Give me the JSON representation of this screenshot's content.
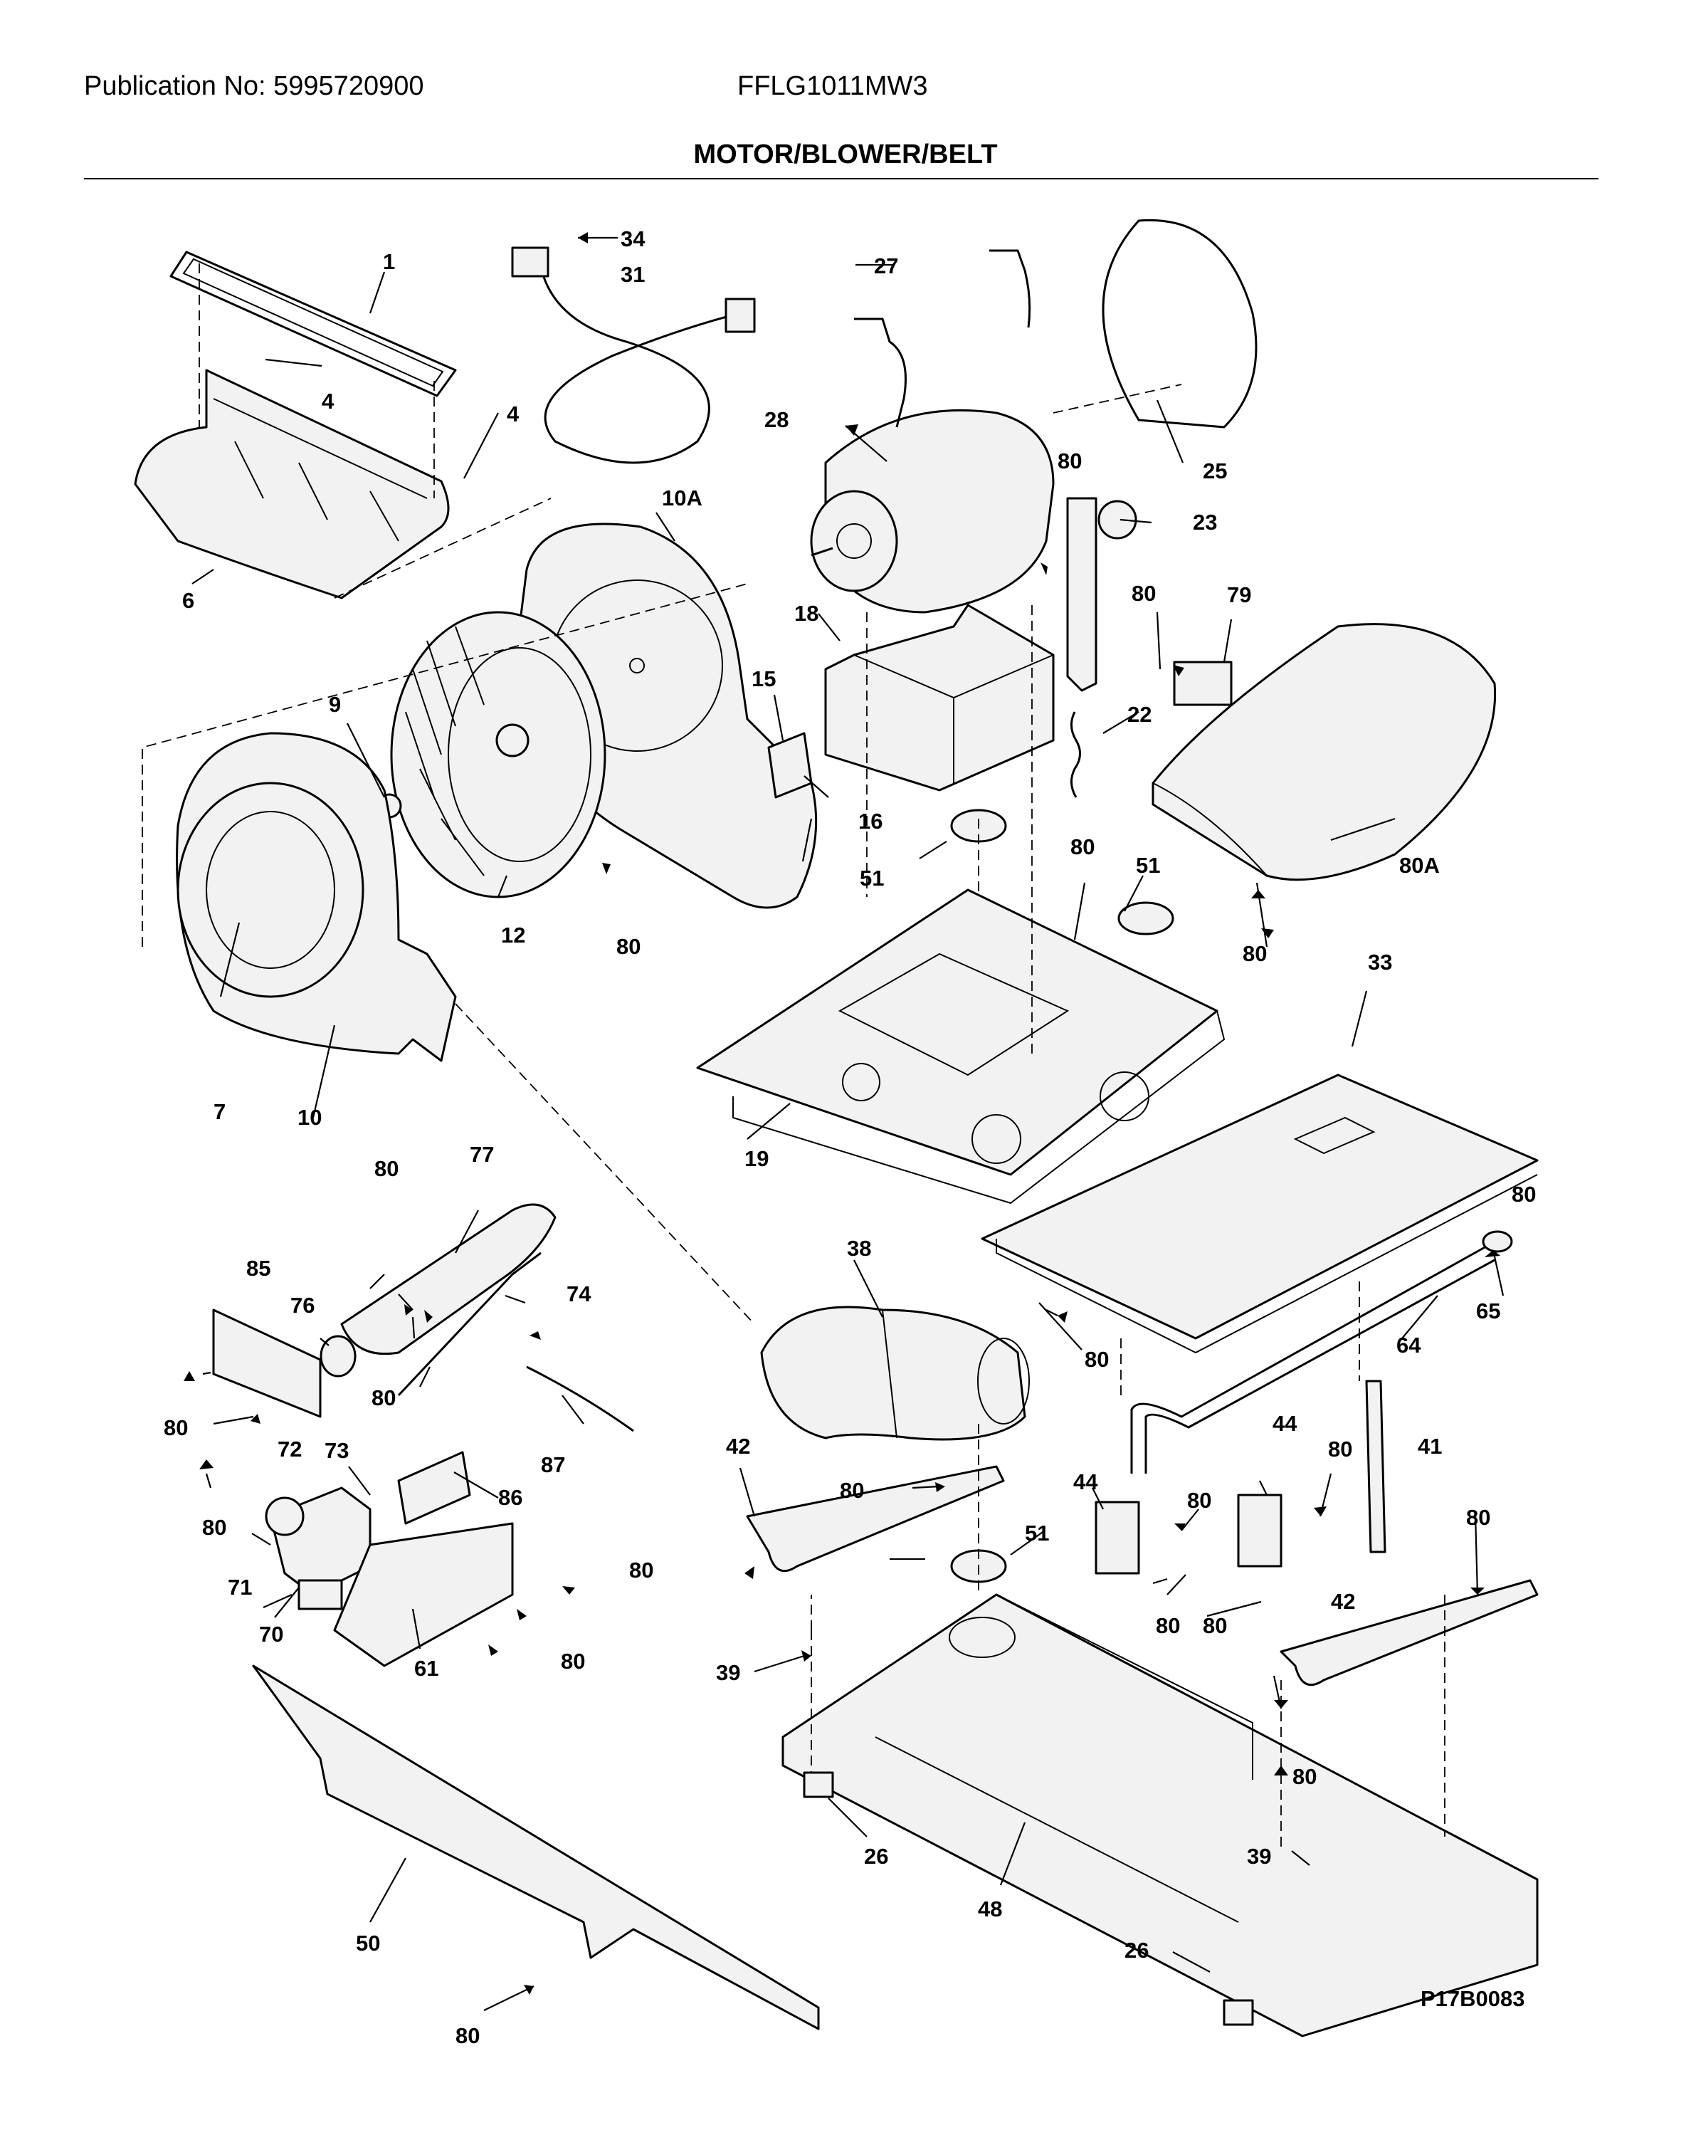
{
  "header": {
    "publication": "Publication No: 5995720900",
    "model": "FFLG1011MW3",
    "title": "MOTOR/BLOWER/BELT"
  },
  "diagram_number": "P17B0083",
  "callouts": [
    "1",
    "4",
    "4",
    "6",
    "7",
    "9",
    "10",
    "10A",
    "12",
    "15",
    "16",
    "18",
    "19",
    "22",
    "23",
    "25",
    "26",
    "26",
    "27",
    "28",
    "31",
    "33",
    "34",
    "38",
    "39",
    "39",
    "41",
    "42",
    "42",
    "44",
    "44",
    "48",
    "50",
    "51",
    "51",
    "51",
    "61",
    "64",
    "65",
    "70",
    "71",
    "72",
    "73",
    "74",
    "76",
    "77",
    "79",
    "80",
    "80",
    "80",
    "80",
    "80",
    "80",
    "80",
    "80",
    "80",
    "80",
    "80",
    "80",
    "80",
    "80",
    "80",
    "80",
    "80",
    "80",
    "80",
    "80",
    "80",
    "80A",
    "85",
    "86",
    "87"
  ],
  "colors": {
    "line": "#000000",
    "fill": "#f2f2f2",
    "background": "#ffffff"
  }
}
